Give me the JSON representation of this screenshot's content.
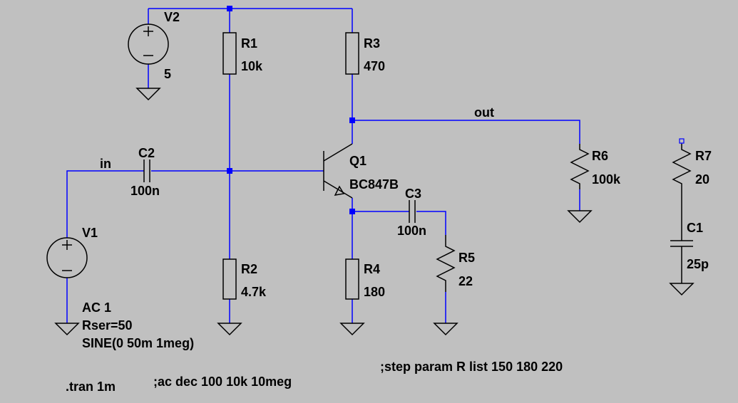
{
  "colors": {
    "background": "#c0c0c0",
    "wire": "#0000ff",
    "component": "#000000",
    "text": "#000000"
  },
  "nets": {
    "in": "in",
    "out": "out"
  },
  "components": {
    "V2": {
      "name": "V2",
      "value": "5"
    },
    "V1": {
      "name": "V1",
      "value_lines": [
        "AC 1",
        "Rser=50",
        "SINE(0 50m 1meg)"
      ]
    },
    "R1": {
      "name": "R1",
      "value": "10k"
    },
    "R2": {
      "name": "R2",
      "value": "4.7k"
    },
    "R3": {
      "name": "R3",
      "value": "470"
    },
    "R4": {
      "name": "R4",
      "value": "180"
    },
    "R5": {
      "name": "R5",
      "value": "22"
    },
    "R6": {
      "name": "R6",
      "value": "100k"
    },
    "R7": {
      "name": "R7",
      "value": "20"
    },
    "C1": {
      "name": "C1",
      "value": "25p"
    },
    "C2": {
      "name": "C2",
      "value": "100n"
    },
    "C3": {
      "name": "C3",
      "value": "100n"
    },
    "Q1": {
      "name": "Q1",
      "value": "BC847B"
    }
  },
  "directives": {
    "tran": ".tran 1m",
    "ac": ";ac dec 100 10k 10meg",
    "step": ";step param R list 150 180 220"
  }
}
